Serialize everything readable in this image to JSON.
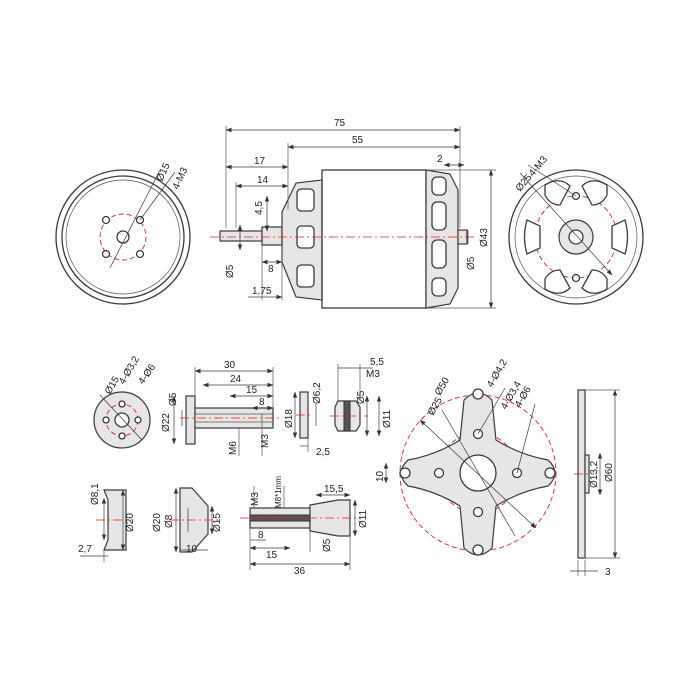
{
  "colors": {
    "outline": "#3a3a3a",
    "centerline": "#e0202a",
    "fill": "#e6e6e6"
  },
  "motor_front": {
    "dia_15": "Ø15",
    "thread": "4-M3"
  },
  "motor_side": {
    "len_75": "75",
    "len_55": "55",
    "len_17": "17",
    "len_14": "14",
    "len_2": "2",
    "len_4_5": "4,5",
    "len_8": "8",
    "len_1_75": "1,75",
    "shaft_5": "Ø5",
    "shaft_5b": "Ø5",
    "body_43": "Ø43"
  },
  "motor_rear": {
    "dia_25": "Ø25",
    "thread": "4-M3"
  },
  "prop_adapter": {
    "dia_15": "Ø15",
    "holes_3_2": "4-Ø3,2",
    "holes_6": "4-Ø6",
    "dia_22": "Ø22",
    "dia_5": "Ø5",
    "len_30": "30",
    "len_24": "24",
    "len_15": "15",
    "len_8": "8",
    "m6": "M6",
    "m3": "M3"
  },
  "washer": {
    "dia_6_2": "Ø6,2",
    "dia_18": "Ø18",
    "len_2_5": "2,5"
  },
  "nut": {
    "len_5_5": "5,5",
    "m3": "M3",
    "dia_5": "Ø5",
    "dia_11": "Ø11"
  },
  "cross_mount": {
    "dia_50": "Ø50",
    "dia_25": "Ø25",
    "holes_4_2": "4-Ø4,2",
    "holes_3_4": "4-Ø3,4",
    "holes_6": "4-Ø6",
    "len_10": "10"
  },
  "plate_side": {
    "dia_13_2": "Ø13,2",
    "dia_60": "Ø60",
    "len_3": "3"
  },
  "ring": {
    "dia_8_1": "Ø8,1",
    "dia_20": "Ø20",
    "len_2_7": "2,7"
  },
  "cone": {
    "dia_20": "Ø20",
    "dia_8": "Ø8",
    "dia_15": "Ø15",
    "len_10": "10"
  },
  "shaft_collet": {
    "m3": "M3",
    "m8": "M8*1mm",
    "len_15_5": "15,5",
    "dia_11": "Ø11",
    "len_8": "8",
    "dia_5": "Ø5",
    "len_15": "15",
    "len_36": "36"
  }
}
